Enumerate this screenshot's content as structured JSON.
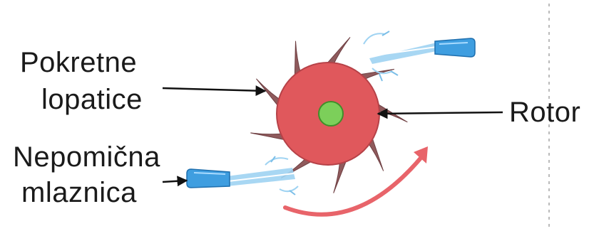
{
  "labels": {
    "moving_blades_line1": "Pokretne",
    "moving_blades_line2": "lopatice",
    "nozzle_line1": "Nepomična",
    "nozzle_line2": "mlaznica",
    "rotor": "Rotor"
  },
  "colors": {
    "rotor_fill": "#e0585c",
    "rotor_stroke": "#b64248",
    "hub_fill": "#7ccf5a",
    "blade": "#8f5a5c",
    "nozzle": "#3f9ee0",
    "jet": "#9fd3f2",
    "rotation_arrow": "#e8646a",
    "pointer_line": "#111111",
    "divider": "#bbbbbb"
  },
  "icons": {
    "rotor": "rotor-disc-icon",
    "hub": "hub-icon",
    "nozzle": "nozzle-icon",
    "rotation": "curved-arrow-icon"
  }
}
